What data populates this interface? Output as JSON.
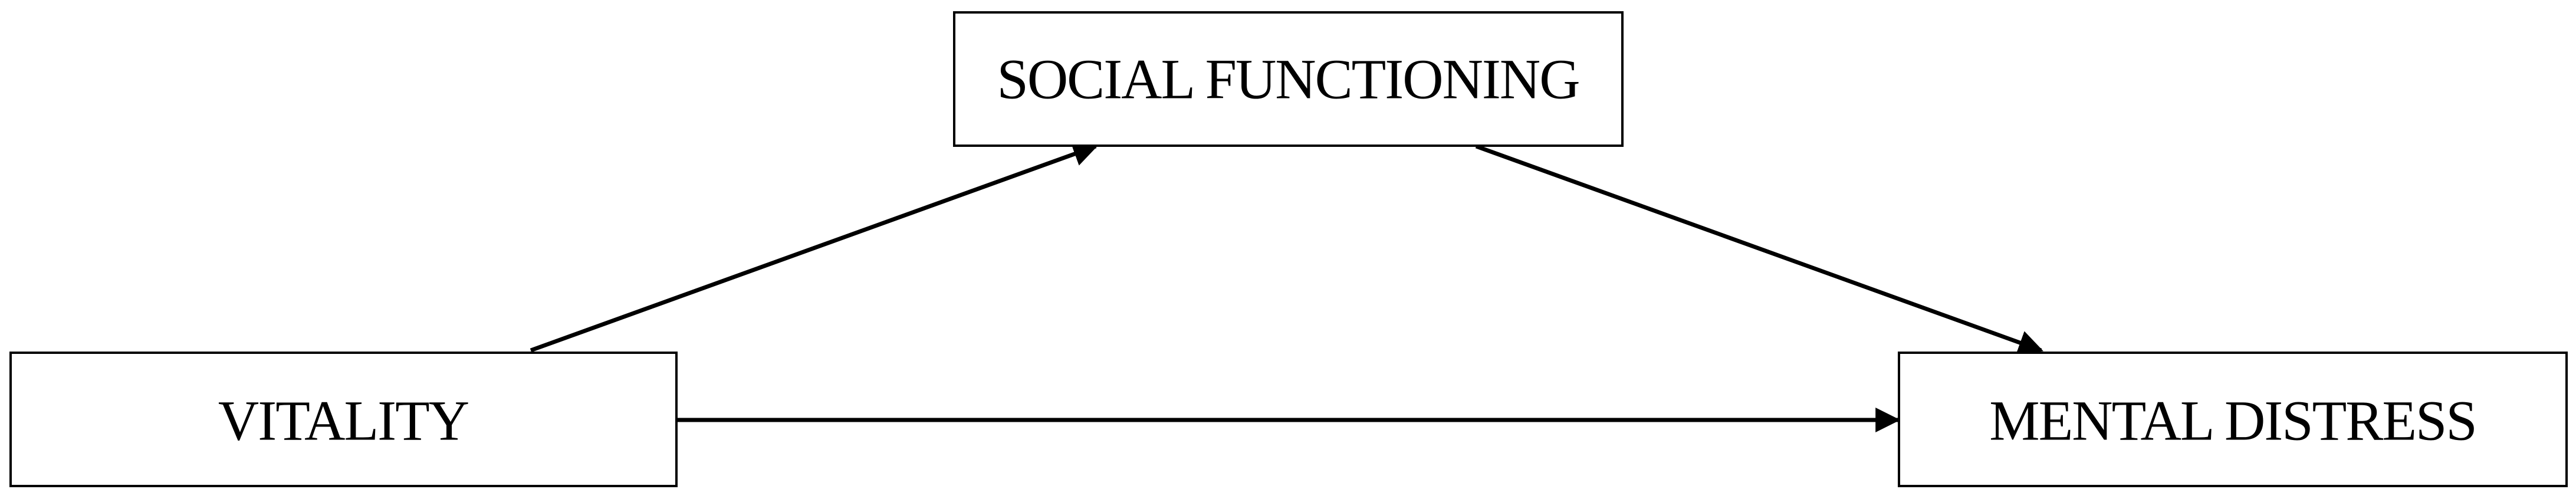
{
  "diagram": {
    "nodes": {
      "social_functioning": {
        "label": "SOCIAL FUNCTIONING"
      },
      "vitality": {
        "label": "VITALITY"
      },
      "mental_distress": {
        "label": "MENTAL DISTRESS"
      }
    },
    "edges": [
      {
        "from": "vitality",
        "to": "social_functioning"
      },
      {
        "from": "social_functioning",
        "to": "mental_distress"
      },
      {
        "from": "vitality",
        "to": "mental_distress"
      }
    ],
    "colors": {
      "stroke": "#000000",
      "background": "#ffffff",
      "text": "#000000"
    }
  }
}
